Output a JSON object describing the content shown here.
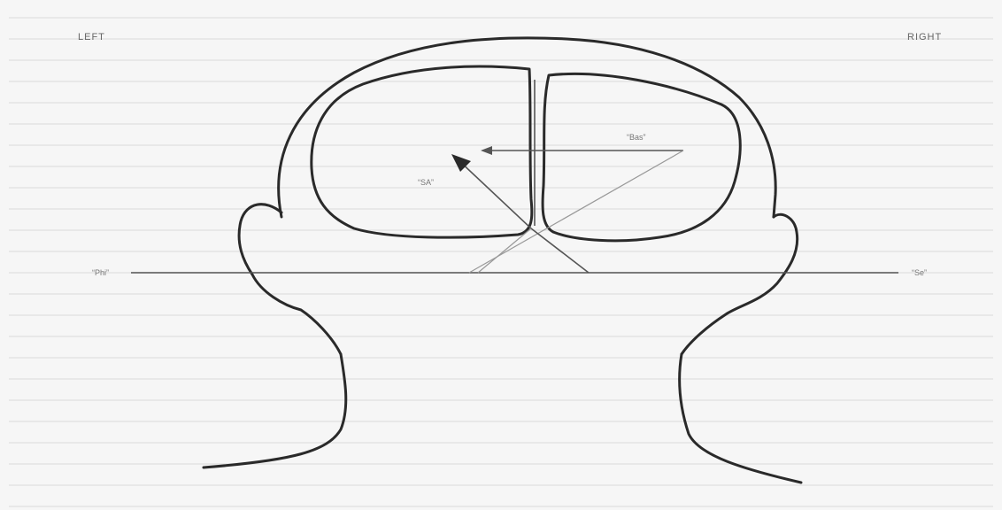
{
  "labels": {
    "left": "LEFT",
    "right": "RIGHT",
    "vector_top": "“Bas”",
    "vector_arrow": "“SA”",
    "axis_left": "“Phi”",
    "axis_right": "“Se”"
  },
  "colors": {
    "ink": "#2a2a2a",
    "paper": "#f6f6f6",
    "rule": "#e3e3e3"
  }
}
